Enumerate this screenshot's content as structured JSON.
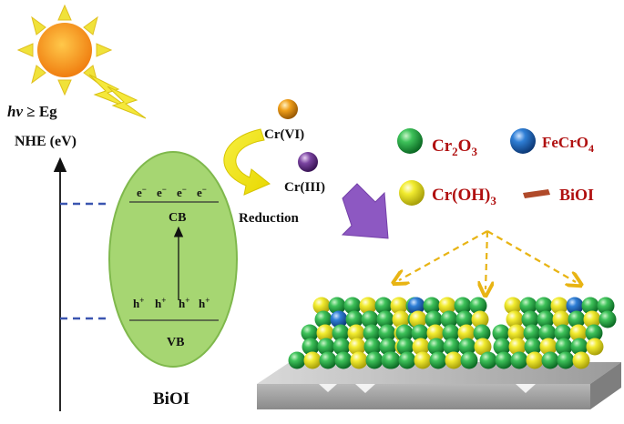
{
  "photon": {
    "italic_part": "hv",
    "relation": " ≥ Eg"
  },
  "axis_label": "NHE (eV)",
  "band": {
    "electron": "e",
    "electron_sup": "−",
    "hole": "h",
    "hole_sup": "+",
    "cb_label": "CB",
    "vb_label": "VB",
    "material": "BiOI"
  },
  "reduction": {
    "species_a": "Cr(VI)",
    "species_b": "Cr(III)",
    "label": "Reduction"
  },
  "legend": {
    "cr2o3_main": "Cr",
    "cr2o3_sub1": "2",
    "cr2o3_mid": "O",
    "cr2o3_sub2": "3",
    "fecro4_main": "FeCrO",
    "fecro4_sub": "4",
    "croh3_main": "Cr(OH)",
    "croh3_sub": "3",
    "bioi": "BiOI"
  },
  "colors": {
    "green_sphere": "#1e9a3a",
    "yellow_sphere": "#e6e018",
    "blue_sphere": "#1f5fb0",
    "orange_sphere": "#e0960e",
    "purple_sphere": "#6c3a8c",
    "ellipse_fill": "#a6d672",
    "label_red": "#b01010",
    "band_dash": "#3a55b0",
    "arrow_purple": "#8d58c2",
    "dashed_arrow": "#e8b414",
    "sun": "#f59a1e",
    "sun_rays": "#f0e23a"
  }
}
